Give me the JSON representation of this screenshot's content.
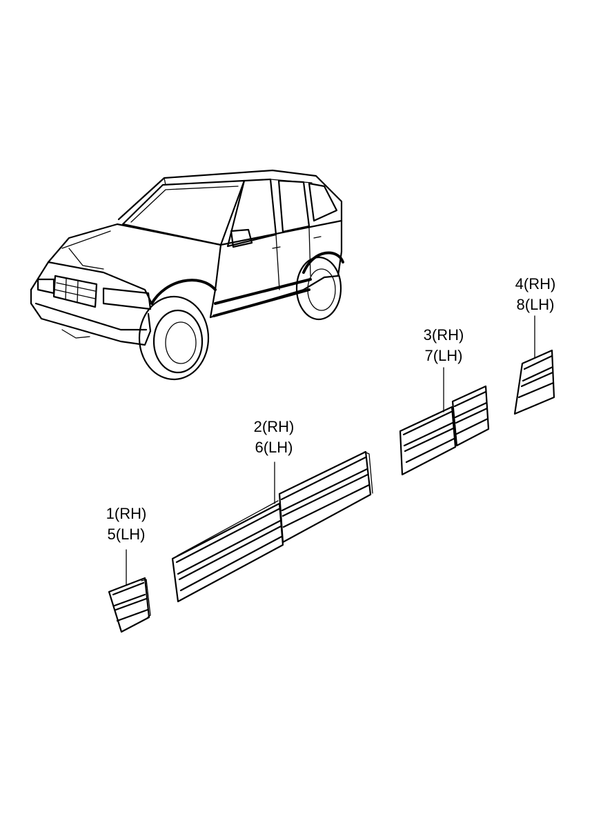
{
  "diagram": {
    "callouts": [
      {
        "id": "part-1-5",
        "line1": "1(RH)",
        "line2": "5(LH)"
      },
      {
        "id": "part-2-6",
        "line1": "2(RH)",
        "line2": "6(LH)"
      },
      {
        "id": "part-3-7",
        "line1": "3(RH)",
        "line2": "7(LH)"
      },
      {
        "id": "part-4-8",
        "line1": "4(RH)",
        "line2": "8(LH)"
      }
    ],
    "colors": {
      "ink": "#000000",
      "background": "#ffffff"
    }
  }
}
